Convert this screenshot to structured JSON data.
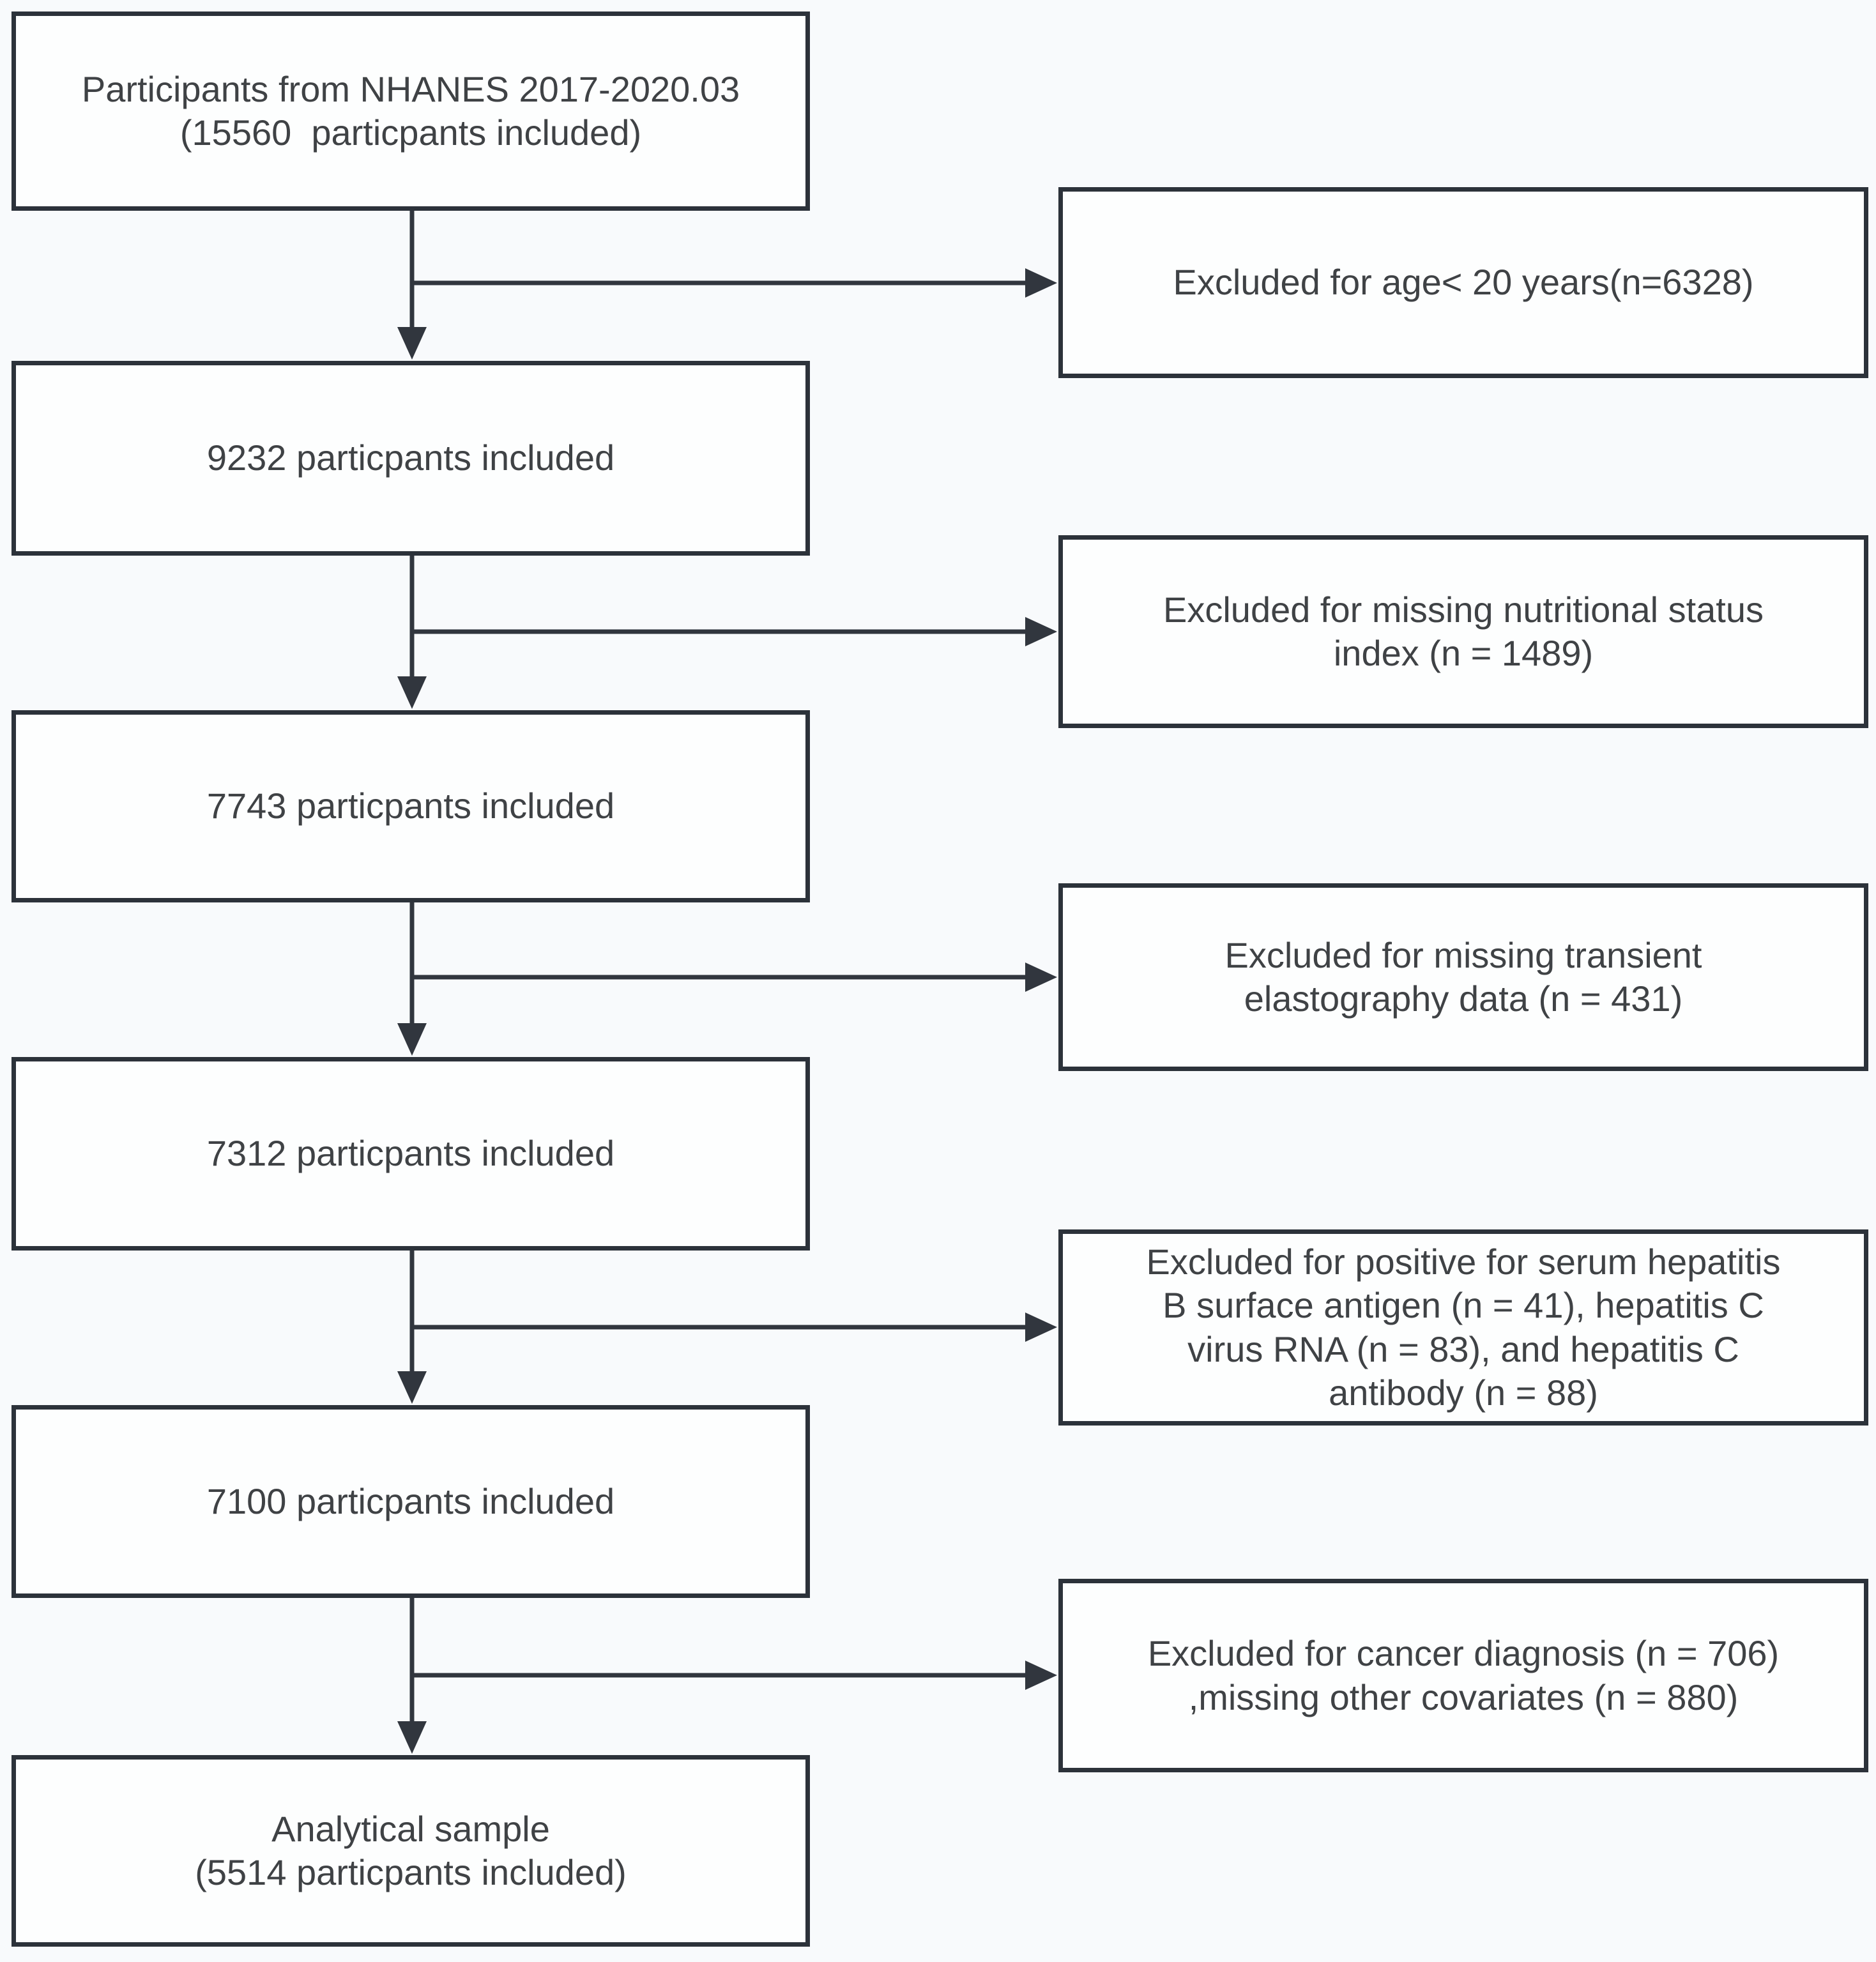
{
  "colors": {
    "line": "#31363e",
    "box_border": "#2c323a",
    "text": "#3f4245",
    "page_background": "#f8fafc",
    "box_background": "#fdfefe"
  },
  "flow_column": [
    {
      "id": "nhanes_source",
      "text": "Participants from NHANES 2017-2020.03\n(15560  particpants included)"
    },
    {
      "id": "included_9232",
      "text": "9232 particpants included"
    },
    {
      "id": "included_7743",
      "text": "7743 particpants included"
    },
    {
      "id": "included_7312",
      "text": "7312 particpants included"
    },
    {
      "id": "included_7100",
      "text": "7100 particpants included"
    },
    {
      "id": "analytical_sample",
      "text": "Analytical sample\n(5514 particpants included)"
    }
  ],
  "exclusion_column": [
    {
      "id": "excluded_age",
      "text": "Excluded for age< 20 years(n=6328)"
    },
    {
      "id": "excluded_nutritional_status",
      "text": "Excluded for missing nutritional status\nindex (n = 1489)"
    },
    {
      "id": "excluded_elastography",
      "text": "Excluded for missing transient\nelastography data (n = 431)"
    },
    {
      "id": "excluded_hepatitis",
      "text": "Excluded for positive for serum hepatitis\nB surface antigen (n = 41), hepatitis C\nvirus RNA (n = 83), and hepatitis C\nantibody (n = 88)"
    },
    {
      "id": "excluded_cancer_covariates",
      "text": "Excluded for cancer diagnosis (n = 706)\n,missing other covariates (n = 880)"
    }
  ]
}
